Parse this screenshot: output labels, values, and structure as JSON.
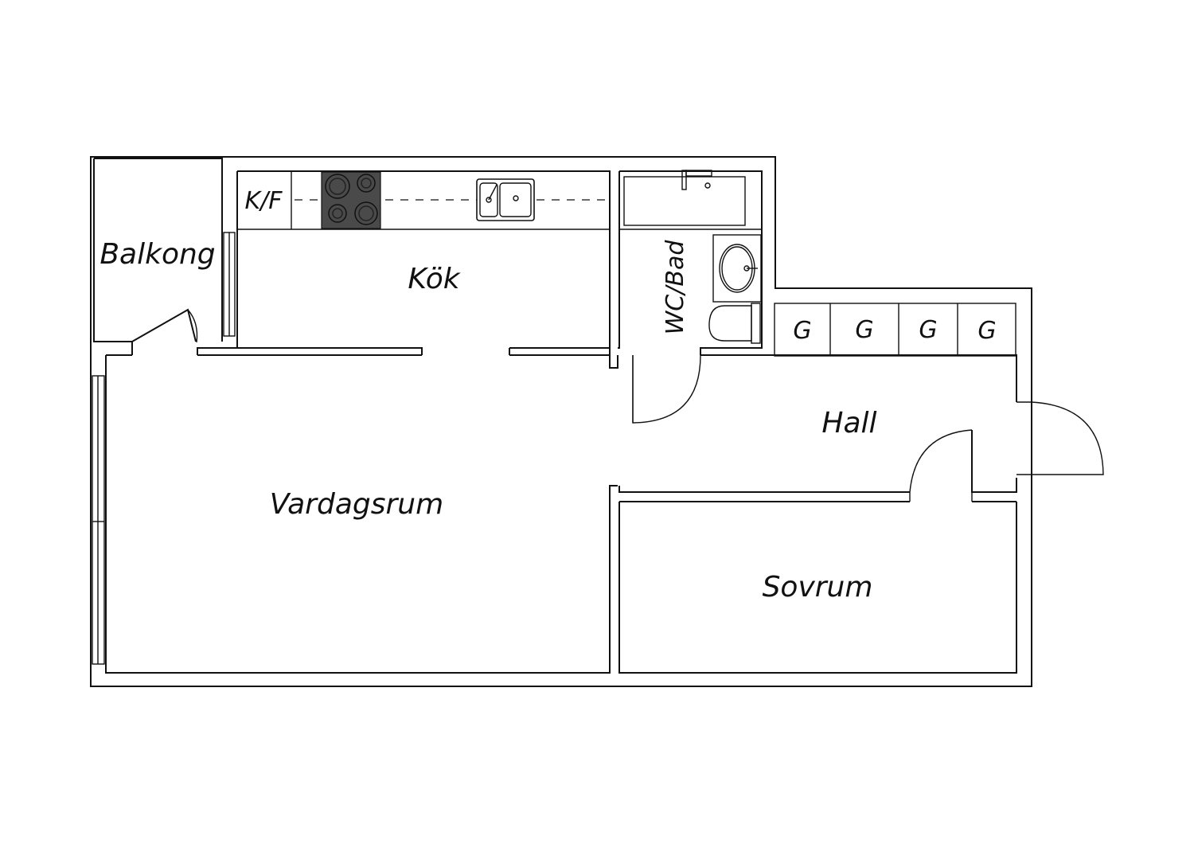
{
  "rooms": {
    "balkong": "Balkong",
    "kok": "Kök",
    "kf": "K/F",
    "wcbad": "WC/Bad",
    "hall": "Hall",
    "vardagsrum": "Vardagsrum",
    "sovrum": "Sovrum"
  },
  "wardrobes": [
    "G",
    "G",
    "G",
    "G"
  ],
  "colors": {
    "line": "#111111",
    "stove": "#4a4a4a",
    "background": "#ffffff"
  }
}
